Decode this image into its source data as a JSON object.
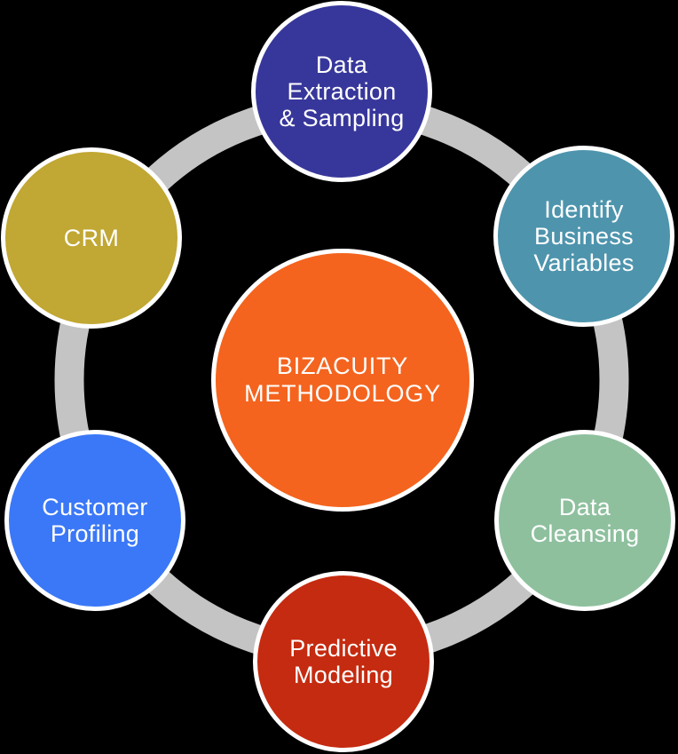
{
  "diagram": {
    "type": "hub-and-spoke-cycle",
    "background_color": "#000000",
    "ring_color": "#c4c4c4",
    "circle_border_color": "#ffffff",
    "text_color": "#ffffff",
    "center": {
      "label": "BIZACUITY\nMETHODOLOGY",
      "color": "#f4641e"
    },
    "nodes": [
      {
        "id": "data-extraction-sampling",
        "label": "Data\nExtraction\n& Sampling",
        "color": "#37379b",
        "position": "top"
      },
      {
        "id": "identify-business-variables",
        "label": "Identify\nBusiness\nVariables",
        "color": "#4e94ad",
        "position": "top-right"
      },
      {
        "id": "data-cleansing",
        "label": "Data\nCleansing",
        "color": "#8ec09e",
        "position": "bottom-right"
      },
      {
        "id": "predictive-modeling",
        "label": "Predictive\nModeling",
        "color": "#c52b10",
        "position": "bottom"
      },
      {
        "id": "customer-profiling",
        "label": "Customer\nProfiling",
        "color": "#3b78f7",
        "position": "bottom-left"
      },
      {
        "id": "crm",
        "label": "CRM",
        "color": "#c1a733",
        "position": "top-left"
      }
    ]
  }
}
